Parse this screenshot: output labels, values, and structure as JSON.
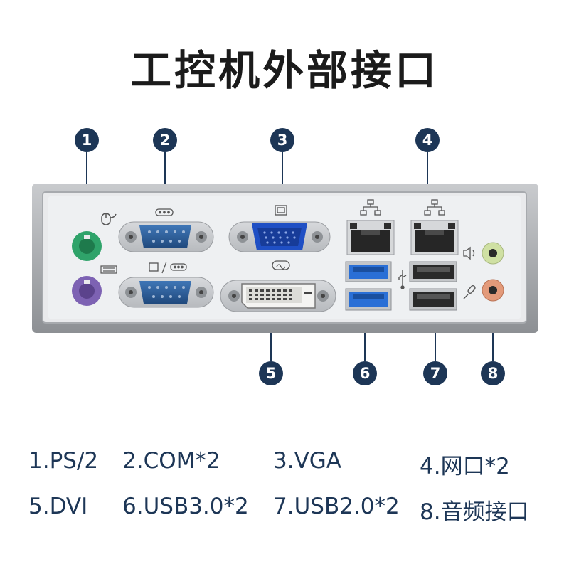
{
  "title": "工控机外部接口",
  "callouts": [
    "1",
    "2",
    "3",
    "4",
    "5",
    "6",
    "7",
    "8"
  ],
  "legend": [
    "1.PS/2",
    "2.COM*2",
    "3.VGA",
    "4.网口*2",
    "5.DVI",
    "6.USB3.0*2",
    "7.USB2.0*2",
    "8.音频接口"
  ],
  "colors": {
    "callout": "#1d3656",
    "ps2_mouse": "#2fa36a",
    "ps2_keyboard": "#7d62b3",
    "com": "#2c5a93",
    "vga": "#1f4fc4",
    "usb3": "#2a6fd6",
    "audio_line": "#cfe0a3",
    "audio_mic": "#e39a7a"
  }
}
